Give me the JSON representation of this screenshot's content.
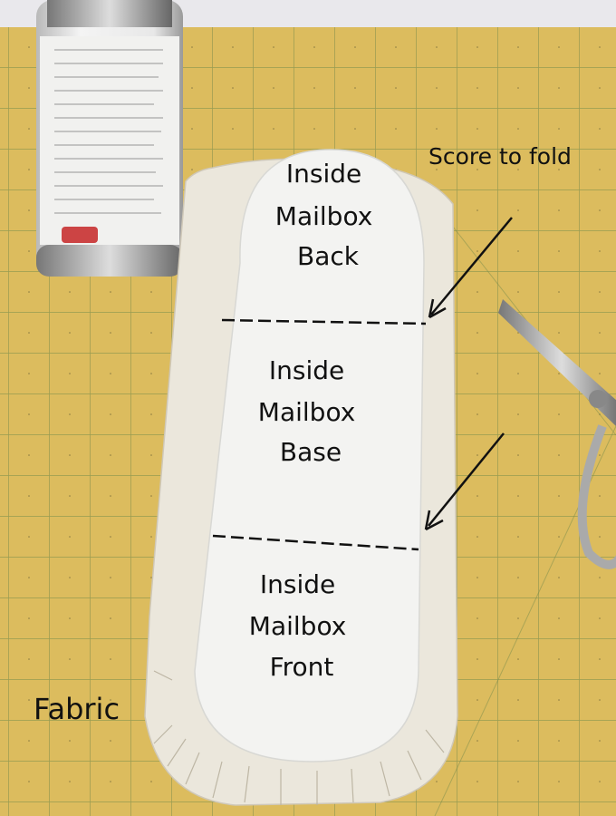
{
  "labels": {
    "back": [
      "Inside",
      "Mailbox",
      "Back"
    ],
    "base": [
      "Inside",
      "Mailbox",
      "Base"
    ],
    "front": [
      "Inside",
      "Mailbox",
      "Front"
    ],
    "score": "Score to fold",
    "fabric": "Fabric"
  },
  "colors": {
    "mat": "#dcbc5e",
    "grid": "#6f8a4a",
    "board": "#f3f3f1",
    "fabric": "#ebe7dc",
    "ink": "#111111"
  }
}
